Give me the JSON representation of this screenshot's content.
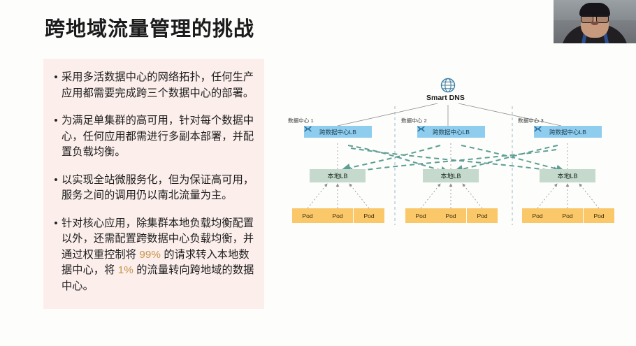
{
  "slide": {
    "title": "跨地域流量管理的挑战",
    "accent_highlight_color": "#c79248",
    "panel_background": "#fbeeeb"
  },
  "bullets": [
    {
      "marker": "•",
      "segments": [
        {
          "text": "采用多活数据中心的网络拓扑，任何生产应用都需要完成跨三个数据中心的部署。",
          "highlight": false
        }
      ]
    },
    {
      "marker": "•",
      "segments": [
        {
          "text": "为满足单集群的高可用，针对每个数据中心，任何应用都需进行多副本部署，并配置负载均衡。",
          "highlight": false
        }
      ]
    },
    {
      "marker": "•",
      "segments": [
        {
          "text": "以实现全站微服务化，但为保证高可用，服务之间的调用仍以南北流量为主。",
          "highlight": false
        }
      ]
    },
    {
      "marker": "•",
      "segments": [
        {
          "text": "针对核心应用，除集群本地负载均衡配置以外，还需配置跨数据中心负载均衡，并通过权重控制将 ",
          "highlight": false
        },
        {
          "text": "99%",
          "highlight": true
        },
        {
          "text": " 的请求转入本地数据中心，将 ",
          "highlight": false
        },
        {
          "text": "1%",
          "highlight": true
        },
        {
          "text": " 的流量转向跨地域的数据中心。",
          "highlight": false
        }
      ]
    }
  ],
  "diagram": {
    "root": {
      "label": "Smart DNS",
      "icon": "globe-icon"
    },
    "datacenters": [
      {
        "label": "数据中心 1",
        "cross_dc_lb": {
          "label": "跨数据中心LB",
          "icon": "shuffle-icon",
          "color": "#8fcdef"
        },
        "local_lb": {
          "label": "本地LB",
          "color": "#c5d9cd"
        },
        "pods": [
          "Pod",
          "Pod",
          "Pod"
        ],
        "pod_color": "#fbc869"
      },
      {
        "label": "数据中心 2",
        "cross_dc_lb": {
          "label": "跨数据中心LB",
          "icon": "shuffle-icon",
          "color": "#8fcdef"
        },
        "local_lb": {
          "label": "本地LB",
          "color": "#c5d9cd"
        },
        "pods": [
          "Pod",
          "Pod",
          "Pod"
        ],
        "pod_color": "#fbc869"
      },
      {
        "label": "数据中心 3",
        "cross_dc_lb": {
          "label": "跨数据中心LB",
          "icon": "shuffle-icon",
          "color": "#8fcdef"
        },
        "local_lb": {
          "label": "本地LB",
          "color": "#c5d9cd"
        },
        "pods": [
          "Pod",
          "Pod",
          "Pod"
        ],
        "pod_color": "#fbc869"
      }
    ],
    "cross_link_color": "#5d9e92",
    "separator_color": "#9bb9c9"
  },
  "webcam": {
    "alt": "presenter-video-thumbnail"
  }
}
